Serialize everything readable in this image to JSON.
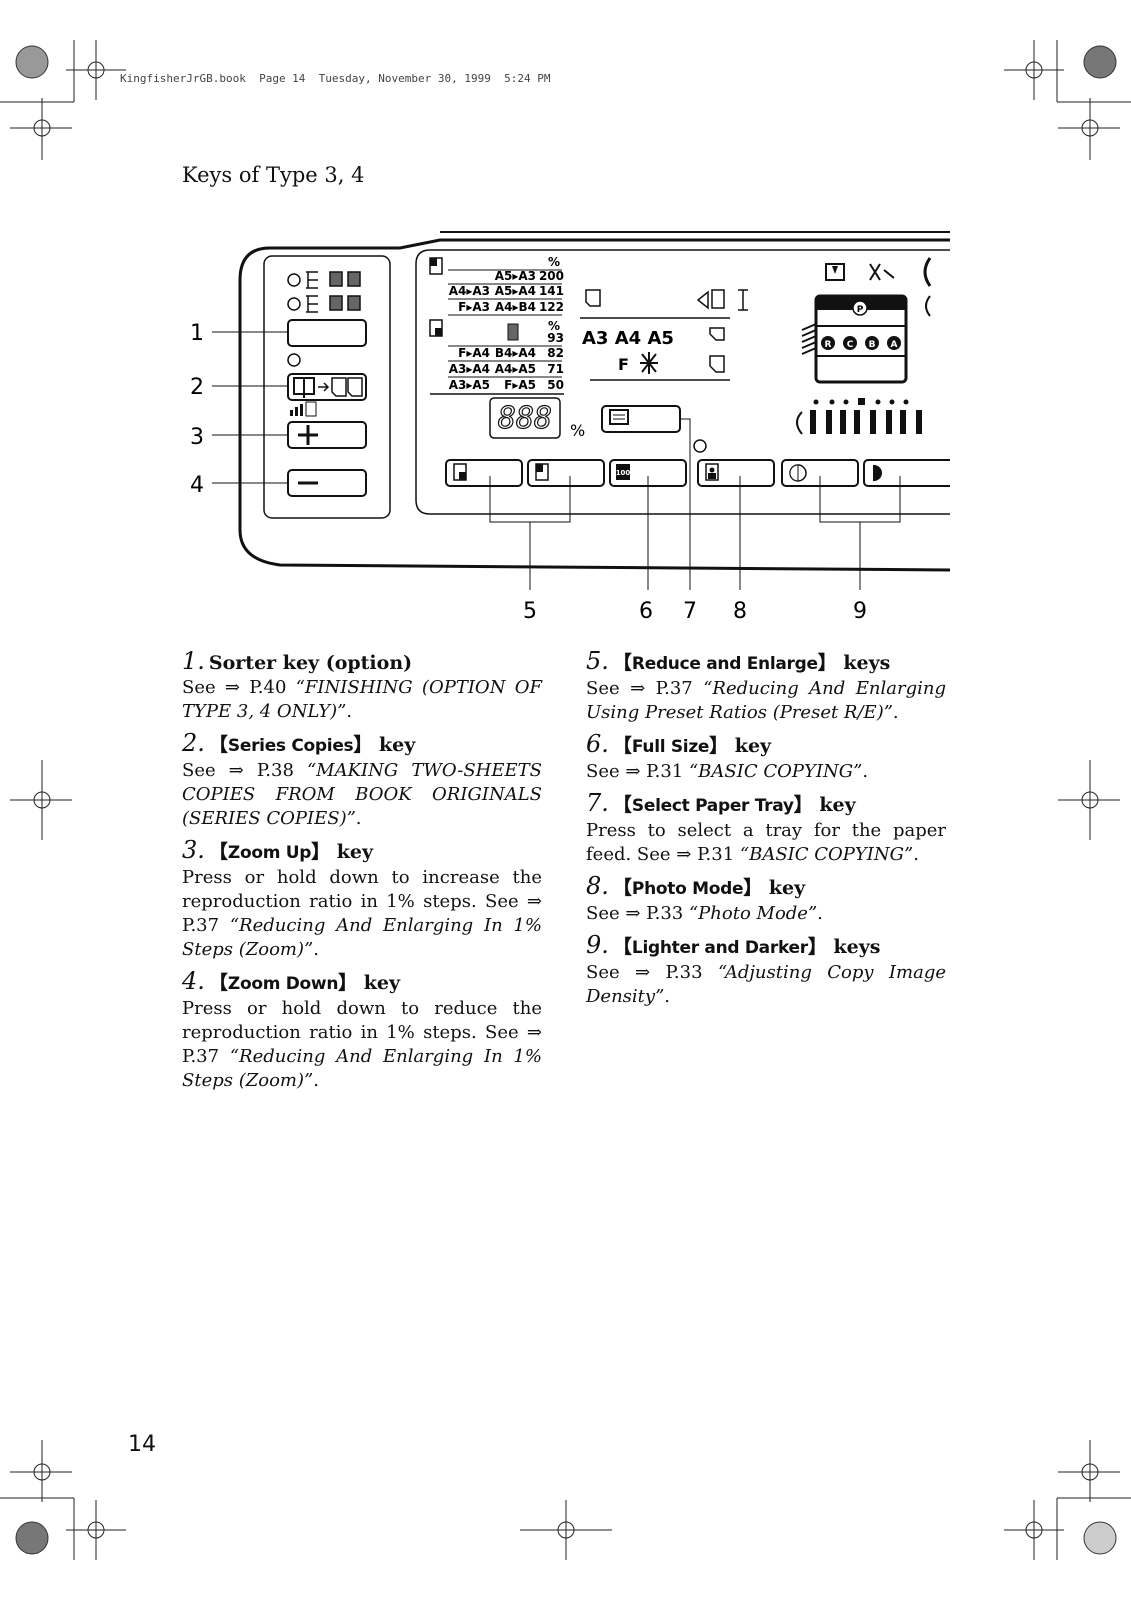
{
  "header": {
    "text": "KingfisherJrGB.book  Page 14  Tuesday, November 30, 1999  5:24 PM"
  },
  "section_title": "Keys of Type 3, 4",
  "page_number": "14",
  "panel": {
    "callouts_left": [
      "1",
      "2",
      "3",
      "4"
    ],
    "callouts_bottom": [
      "5",
      "6",
      "7",
      "8",
      "9"
    ],
    "ratio_table_enlarge": {
      "percent_sign": "%",
      "rows": [
        {
          "left": "",
          "mid": "A5▸A3",
          "val": "200"
        },
        {
          "left": "A4▸A3",
          "mid": "A5▸A4",
          "val": "141"
        },
        {
          "left": "F▸A3",
          "mid": "A4▸B4",
          "val": "122"
        }
      ]
    },
    "ratio_table_reduce": {
      "percent_sign": "%",
      "rows": [
        {
          "left": "",
          "mid": "",
          "val": "93"
        },
        {
          "left": "F▸A4",
          "mid": "B4▸A4",
          "val": "82"
        },
        {
          "left": "A3▸A4",
          "mid": "A4▸A5",
          "val": "71"
        },
        {
          "left": "A3▸A5",
          "mid": "F▸A5",
          "val": "50"
        }
      ]
    },
    "paper_sizes": "A3 A4 A5",
    "paper_f": "F",
    "counter_display": "888",
    "counter_unit": "%",
    "full_size_label": "100",
    "tray_labels": [
      "R",
      "C",
      "B",
      "A"
    ],
    "bypass_label": "P"
  },
  "items_left": [
    {
      "num": "1.",
      "title_plain": "Sorter key (option)",
      "key": "",
      "suffix": "",
      "body_pre": "See ⇒ P.40 ",
      "body_ital": "“FINISHING (OPTION OF TYPE 3, 4 ONLY)”",
      "body_post": "."
    },
    {
      "num": "2.",
      "title_plain": "",
      "key": "Series Copies",
      "suffix": " key",
      "body_pre": "See ⇒ P.38 ",
      "body_ital": "“MAKING TWO-SHEETS COPIES FROM BOOK ORIGINALS (SERIES COPIES)”",
      "body_post": "."
    },
    {
      "num": "3.",
      "title_plain": "",
      "key": "Zoom Up",
      "suffix": " key",
      "body_pre": "Press or hold down to increase the reproduction ratio in 1% steps. See ⇒ P.37 ",
      "body_ital": "“Reducing And Enlarging In 1% Steps (Zoom)”",
      "body_post": "."
    },
    {
      "num": "4.",
      "title_plain": "",
      "key": "Zoom Down",
      "suffix": " key",
      "body_pre": "Press or hold down to reduce the reproduction ratio in 1% steps. See ⇒ P.37 ",
      "body_ital": "“Reducing And Enlarging In 1% Steps (Zoom)”",
      "body_post": "."
    }
  ],
  "items_right": [
    {
      "num": "5.",
      "title_plain": "",
      "key": "Reduce and Enlarge",
      "suffix": " keys",
      "body_pre": "See ⇒ P.37 ",
      "body_ital": "“Reducing And Enlarging Using Preset Ratios (Preset R/E)”",
      "body_post": "."
    },
    {
      "num": "6.",
      "title_plain": "",
      "key": "Full Size",
      "suffix": " key",
      "body_pre": "See ⇒ P.31 ",
      "body_ital": "“BASIC COPYING”",
      "body_post": "."
    },
    {
      "num": "7.",
      "title_plain": "",
      "key": "Select Paper Tray",
      "suffix": " key",
      "body_pre": "Press to select a tray for the paper feed. See ⇒ P.31 ",
      "body_ital": "“BASIC COPYING”",
      "body_post": "."
    },
    {
      "num": "8.",
      "title_plain": "",
      "key": "Photo Mode",
      "suffix": " key",
      "body_pre": "See ⇒ P.33 ",
      "body_ital": "“Photo Mode”",
      "body_post": "."
    },
    {
      "num": "9.",
      "title_plain": "",
      "key": "Lighter and Darker",
      "suffix": " keys",
      "body_pre": "See ⇒ P.33 ",
      "body_ital": "“Adjusting Copy Image Density”",
      "body_post": "."
    }
  ]
}
